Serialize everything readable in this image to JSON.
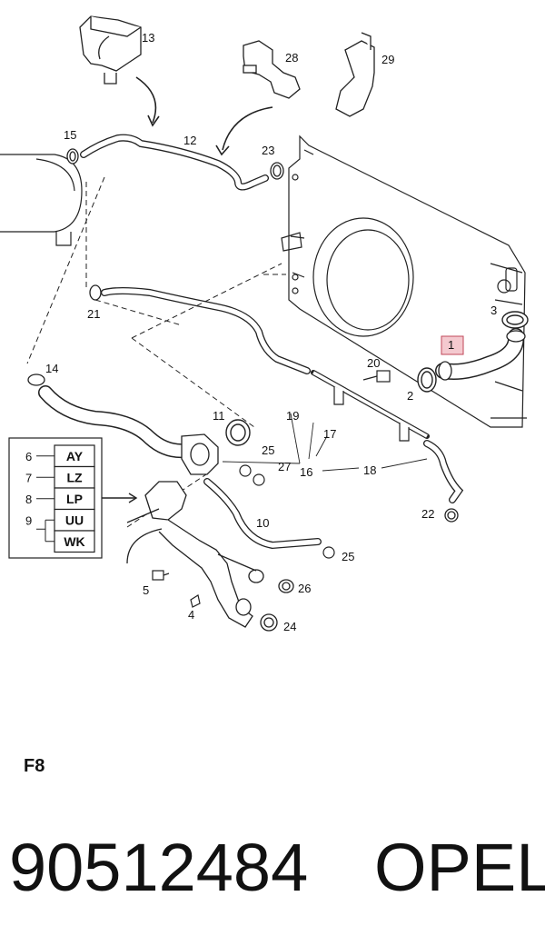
{
  "callouts": {
    "c1": "1",
    "c2": "2",
    "c3": "3",
    "c4": "4",
    "c5": "5",
    "c10": "10",
    "c11": "11",
    "c12": "12",
    "c13": "13",
    "c14": "14",
    "c15": "15",
    "c16": "16",
    "c17": "17",
    "c18": "18",
    "c19": "19",
    "c20": "20",
    "c21": "21",
    "c22": "22",
    "c23": "23",
    "c24": "24",
    "c25a": "25",
    "c25b": "25",
    "c26": "26",
    "c27": "27",
    "c28": "28",
    "c29": "29"
  },
  "legend": {
    "rows": [
      {
        "num": "6",
        "code": "AY"
      },
      {
        "num": "7",
        "code": "LZ"
      },
      {
        "num": "8",
        "code": "LP"
      },
      {
        "num": "9",
        "code": "UU"
      },
      {
        "num": "",
        "code": "WK"
      }
    ]
  },
  "section_code": "F8",
  "part_number": "90512484",
  "brand": "OPEL",
  "colors": {
    "ink": "#111111",
    "highlight_fill": "#f4c9cf",
    "highlight_stroke": "#c0475a"
  }
}
